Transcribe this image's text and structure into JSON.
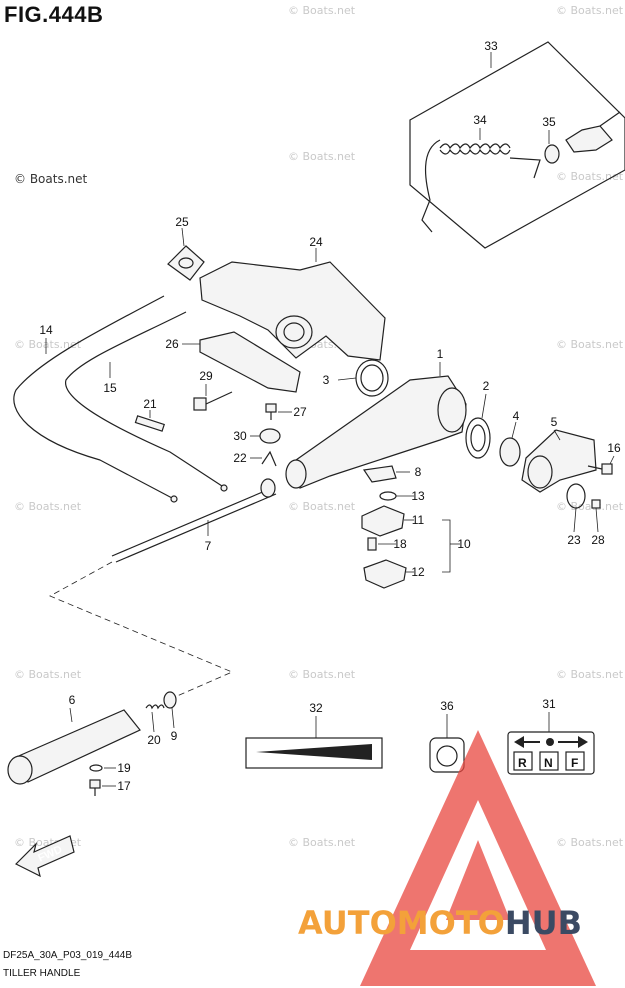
{
  "figure_title": "FIG.444B",
  "watermark_text": "© Boats.net",
  "footer": {
    "code": "DF25A_30A_P03_019_444B",
    "name": "TILLER HANDLE"
  },
  "callouts": [
    "1",
    "2",
    "3",
    "4",
    "5",
    "6",
    "7",
    "8",
    "9",
    "10",
    "11",
    "12",
    "13",
    "14",
    "15",
    "16",
    "17",
    "18",
    "19",
    "20",
    "21",
    "22",
    "23",
    "24",
    "25",
    "26",
    "27",
    "28",
    "29",
    "30",
    "31",
    "32",
    "33",
    "34",
    "35",
    "36"
  ],
  "fwd_label": "FWD",
  "shift_label": {
    "letters": [
      "R",
      "N",
      "F"
    ]
  },
  "logo": {
    "part_a": "AUTOMOTO",
    "part_b": "HUB",
    "color_a": "#f3a13a",
    "color_b": "#3b4a63",
    "triangle_color": "#e8473f"
  }
}
